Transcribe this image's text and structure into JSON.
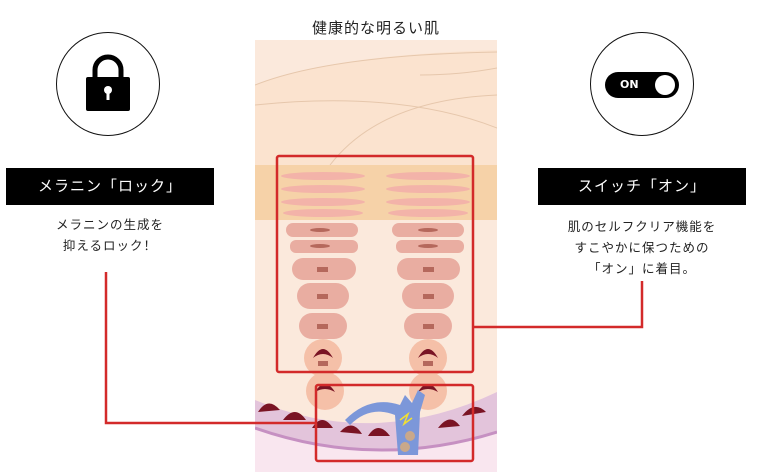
{
  "title": "健康的な明るい肌",
  "left": {
    "icon": "lock-icon",
    "badge": "メラニン「ロック」",
    "desc_lines": [
      "メラニンの生成を",
      "抑えるロック！"
    ]
  },
  "right": {
    "icon": "toggle-on-icon",
    "toggle_label": "ON",
    "badge": "スイッチ「オン」",
    "desc_lines": [
      "肌のセルフクリア機能を",
      "すこやかに保つための",
      "「オン」に着目。"
    ]
  },
  "colors": {
    "accent_red": "#d32a2a",
    "badge_bg": "#000000"
  }
}
